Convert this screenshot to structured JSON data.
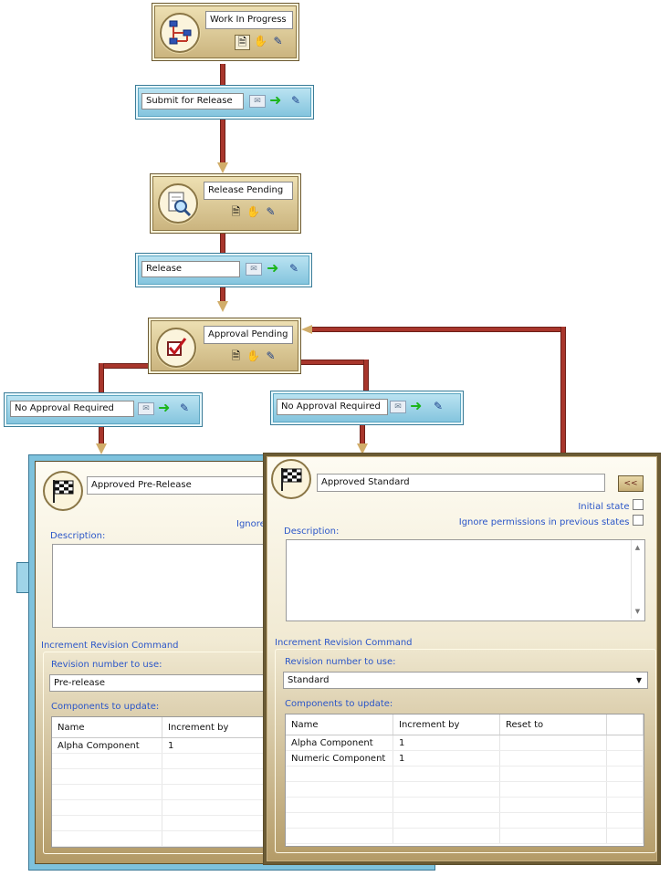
{
  "states": {
    "work_in_progress": "Work In Progress",
    "release_pending": "Release Pending",
    "approval_pending": "Approval Pending"
  },
  "transitions": {
    "submit_for_release": "Submit for Release",
    "release": "Release",
    "no_approval_left": "No Approval Required",
    "no_approval_right": "No Approval Required"
  },
  "panel_left": {
    "state_name": "Approved Pre-Release",
    "ignore_truncated": "Ignore",
    "description_label": "Description:",
    "description_value": "",
    "increment_title": "Increment Revision Command",
    "revision_label": "Revision number to use:",
    "revision_value": "Pre-release",
    "components_label": "Components to update:",
    "columns": [
      "Name",
      "Increment by"
    ],
    "rows": [
      [
        "Alpha Component",
        "1"
      ]
    ]
  },
  "panel_right": {
    "state_name": "Approved Standard",
    "collapse_button": "<<",
    "initial_state_label": "Initial state",
    "ignore_permissions_label": "Ignore permissions in previous states",
    "description_label": "Description:",
    "description_value": "",
    "increment_title": "Increment Revision Command",
    "revision_label": "Revision number to use:",
    "revision_value": "Standard",
    "components_label": "Components to update:",
    "columns": [
      "Name",
      "Increment by",
      "Reset to"
    ],
    "rows": [
      [
        "Alpha Component",
        "1",
        ""
      ],
      [
        "Numeric Component",
        "1",
        ""
      ]
    ]
  },
  "icons": {
    "wip_state": "workflow-diagram-icon",
    "release_pending_state": "magnifier-document-icon",
    "approval_pending_state": "checkmark-icon",
    "approved_state": "checkered-flag-icon",
    "node_action_1": "document-icon",
    "node_action_2": "hand-icon",
    "node_action_3": "edit-icon",
    "trans_action_1": "mail-icon",
    "trans_action_2": "green-arrow-icon",
    "trans_action_3": "edit-icon"
  },
  "colors": {
    "wire": "#a8362c",
    "transition": "#7fc2dc",
    "state": "#c9b27c",
    "label_blue": "#2b56c8"
  }
}
